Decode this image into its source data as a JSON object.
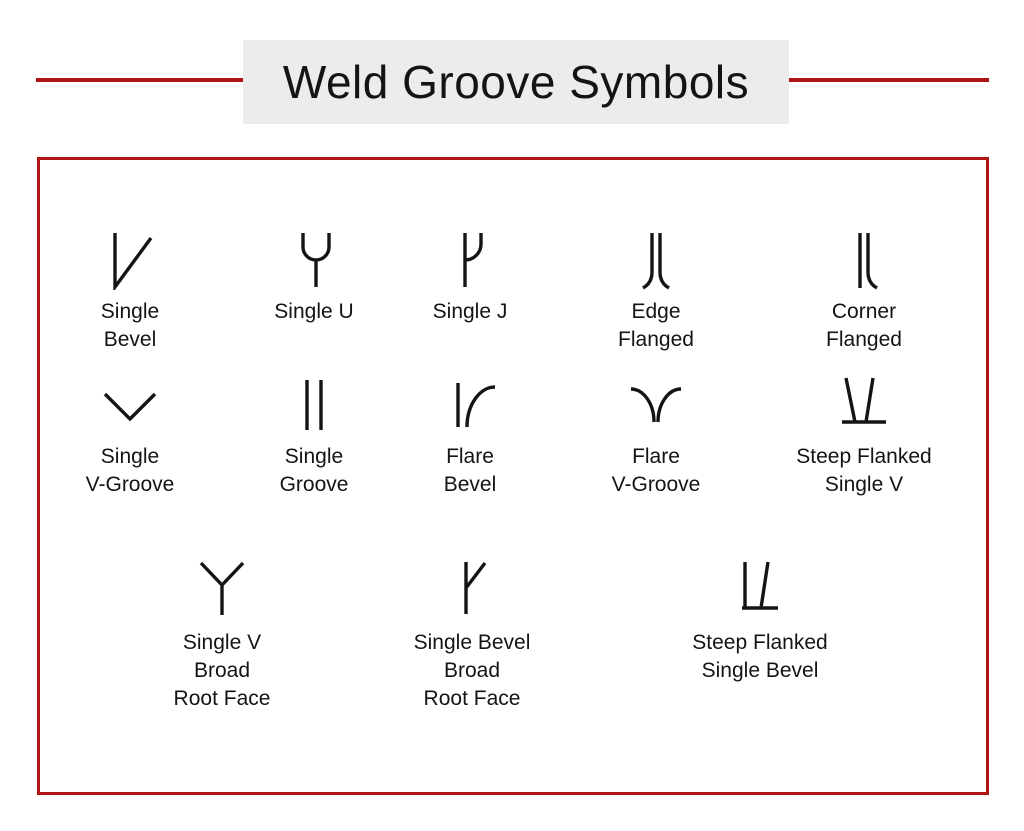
{
  "title": {
    "text": "Weld Groove Symbols"
  },
  "colors": {
    "accent": "#b01414",
    "title_bg": "#ececec",
    "ink": "#141414"
  },
  "rows": [
    {
      "items": [
        {
          "icon": "single-bevel-icon",
          "label_lines": [
            "Single",
            "Bevel"
          ]
        },
        {
          "icon": "single-u-icon",
          "label_lines": [
            "Single U"
          ]
        },
        {
          "icon": "single-j-icon",
          "label_lines": [
            "Single J"
          ]
        },
        {
          "icon": "edge-flanged-icon",
          "label_lines": [
            "Edge",
            "Flanged"
          ]
        },
        {
          "icon": "corner-flanged-icon",
          "label_lines": [
            "Corner",
            "Flanged"
          ]
        }
      ]
    },
    {
      "items": [
        {
          "icon": "single-v-groove-icon",
          "label_lines": [
            "Single",
            "V-Groove"
          ]
        },
        {
          "icon": "single-groove-icon",
          "label_lines": [
            "Single",
            "Groove"
          ]
        },
        {
          "icon": "flare-bevel-icon",
          "label_lines": [
            "Flare",
            "Bevel"
          ]
        },
        {
          "icon": "flare-v-groove-icon",
          "label_lines": [
            "Flare",
            "V-Groove"
          ]
        },
        {
          "icon": "steep-flanked-single-v-icon",
          "label_lines": [
            "Steep Flanked",
            "Single V"
          ]
        }
      ]
    },
    {
      "items": [
        {
          "icon": "single-v-broad-root-face-icon",
          "label_lines": [
            "Single V",
            "Broad",
            "Root Face"
          ]
        },
        {
          "icon": "single-bevel-broad-root-face-icon",
          "label_lines": [
            "Single Bevel",
            "Broad",
            "Root Face"
          ]
        },
        {
          "icon": "steep-flanked-single-bevel-icon",
          "label_lines": [
            "Steep Flanked",
            "Single Bevel"
          ]
        }
      ]
    }
  ]
}
